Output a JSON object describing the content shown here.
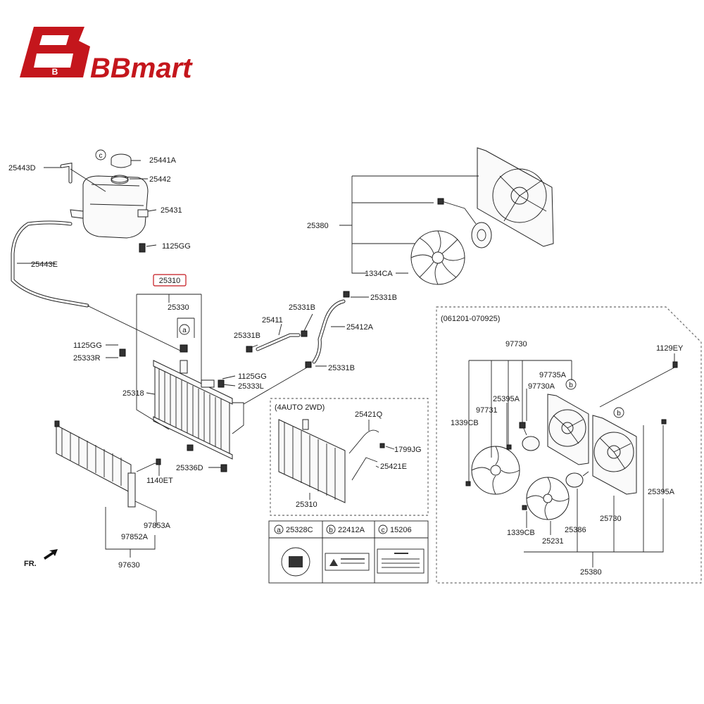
{
  "brand": {
    "name": "BBmart",
    "logo_letter": "B",
    "color": "#c4161c"
  },
  "labels": {
    "l25443D": "25443D",
    "l25441A": "25441A",
    "l25442": "25442",
    "l25431": "25431",
    "l1125GG_a": "1125GG",
    "l25443E": "25443E",
    "l25310": "25310",
    "l25330": "25330",
    "l1125GG_b": "1125GG",
    "l25333R": "25333R",
    "l25318": "25318",
    "l1125GG_c": "1125GG",
    "l25333L": "25333L",
    "l25336D": "25336D",
    "l1140ET": "1140ET",
    "l97853A": "97853A",
    "l97852A": "97852A",
    "l97630": "97630",
    "l25411": "25411",
    "l25331B_a": "25331B",
    "l25331B_b": "25331B",
    "l25331B_c": "25331B",
    "l25331B_d": "25331B",
    "l25412A": "25412A",
    "l25380_top": "25380",
    "l1334CA": "1334CA",
    "l4auto": "(4AUTO 2WD)",
    "l25421Q": "25421Q",
    "l1799JG": "1799JG",
    "l25421E": "25421E",
    "l25310_b": "25310",
    "l061201": "(061201-070925)",
    "l97730": "97730",
    "l1129EY": "1129EY",
    "l97735A": "97735A",
    "l97730A": "97730A",
    "l25395A_a": "25395A",
    "l97731": "97731",
    "l1339CB_a": "1339CB",
    "l1339CB_b": "1339CB",
    "l25231": "25231",
    "l25386": "25386",
    "l25730": "25730",
    "l25395A_b": "25395A",
    "l25380_bot": "25380",
    "fr": "FR."
  },
  "callouts": {
    "a": "a",
    "b": "b",
    "c": "c"
  },
  "legend": [
    {
      "mark": "a",
      "code": "25328C"
    },
    {
      "mark": "b",
      "code": "22412A"
    },
    {
      "mark": "c",
      "code": "15206"
    }
  ]
}
